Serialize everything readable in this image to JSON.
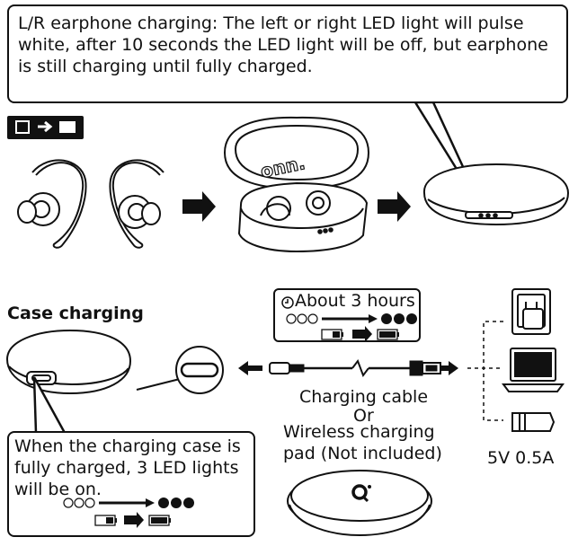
{
  "top_note": {
    "line1": "L/R earphone charging: The left or right LED light will pulse",
    "line2": "white, after 10 seconds the LED light will be off, but earphone",
    "line3": "is still charging until fully charged."
  },
  "brand": "onn.",
  "case_section": {
    "title": "Case charging",
    "time_label": "About 3 hours",
    "cable_label": "Charging cable",
    "or_label": "Or",
    "wireless_line1": "Wireless charging",
    "wireless_line2": "pad (Not included)",
    "power_spec": "5V 0.5A"
  },
  "bottom_note": {
    "line1": "When the charging case is",
    "line2": "fully charged, 3 LED lights",
    "line3": "will be on."
  },
  "icons": [
    "earbud-to-case-icon",
    "arrow-right-icon",
    "earbuds-icon",
    "case-open-icon",
    "case-closed-icon",
    "usb-c-port-icon",
    "usb-cable-icon",
    "wall-outlet-icon",
    "laptop-icon",
    "car-charger-icon",
    "wireless-pad-icon",
    "clock-icon",
    "battery-icon",
    "led-dots-icon",
    "qi-logo-icon"
  ]
}
